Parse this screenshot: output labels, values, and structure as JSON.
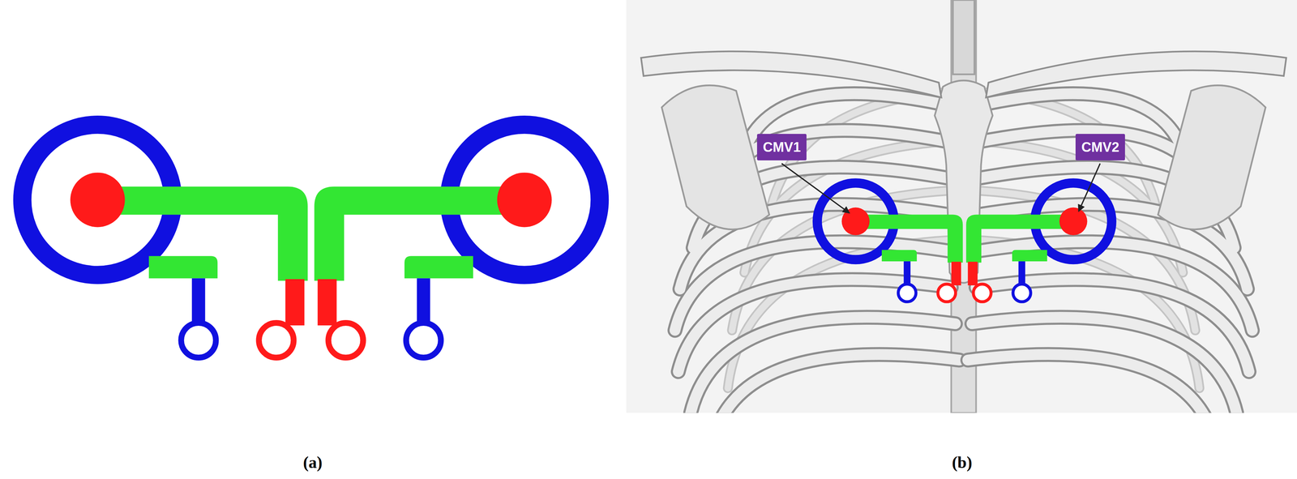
{
  "diagram": {
    "nodes": [
      {
        "text": [
          "CMV1"
        ]
      },
      {
        "text": [
          "CMV2"
        ]
      }
    ],
    "labels": [
      "(a)",
      "(b)"
    ]
  }
}
